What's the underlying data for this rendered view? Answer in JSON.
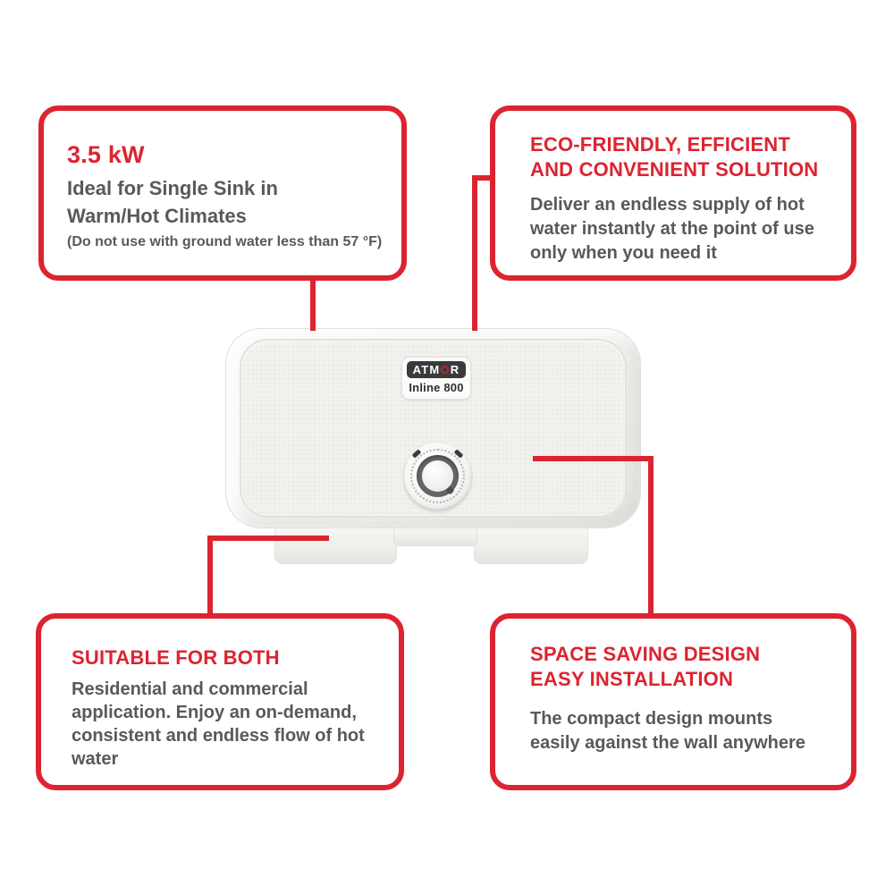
{
  "colors": {
    "accent_red": "#DC2430",
    "text_gray": "#58595B",
    "logo_dark": "#3A3A3C",
    "logo_o_red": "#C1272D"
  },
  "callouts": {
    "top_left": {
      "title": "3.5 kW",
      "body": "Ideal for Single Sink in\nWarm/Hot Climates",
      "note": "(Do not use with ground water less than 57 °F)"
    },
    "top_right": {
      "title": "ECO-FRIENDLY, EFFICIENT\nAND CONVENIENT SOLUTION",
      "body": "Deliver an endless supply of hot\nwater instantly at the point of use\nonly when you need it"
    },
    "bottom_left": {
      "title": "SUITABLE FOR BOTH",
      "body": "Residential and commercial\napplication. Enjoy an on-demand,\nconsistent and endless flow of hot\nwater"
    },
    "bottom_right": {
      "title": "SPACE SAVING DESIGN\nEASY INSTALLATION",
      "body": "The compact design mounts\neasily against the wall anywhere"
    }
  },
  "product": {
    "brand_prefix": "ATM",
    "brand_o": "O",
    "brand_suffix": "R",
    "model": "Inline 800"
  }
}
